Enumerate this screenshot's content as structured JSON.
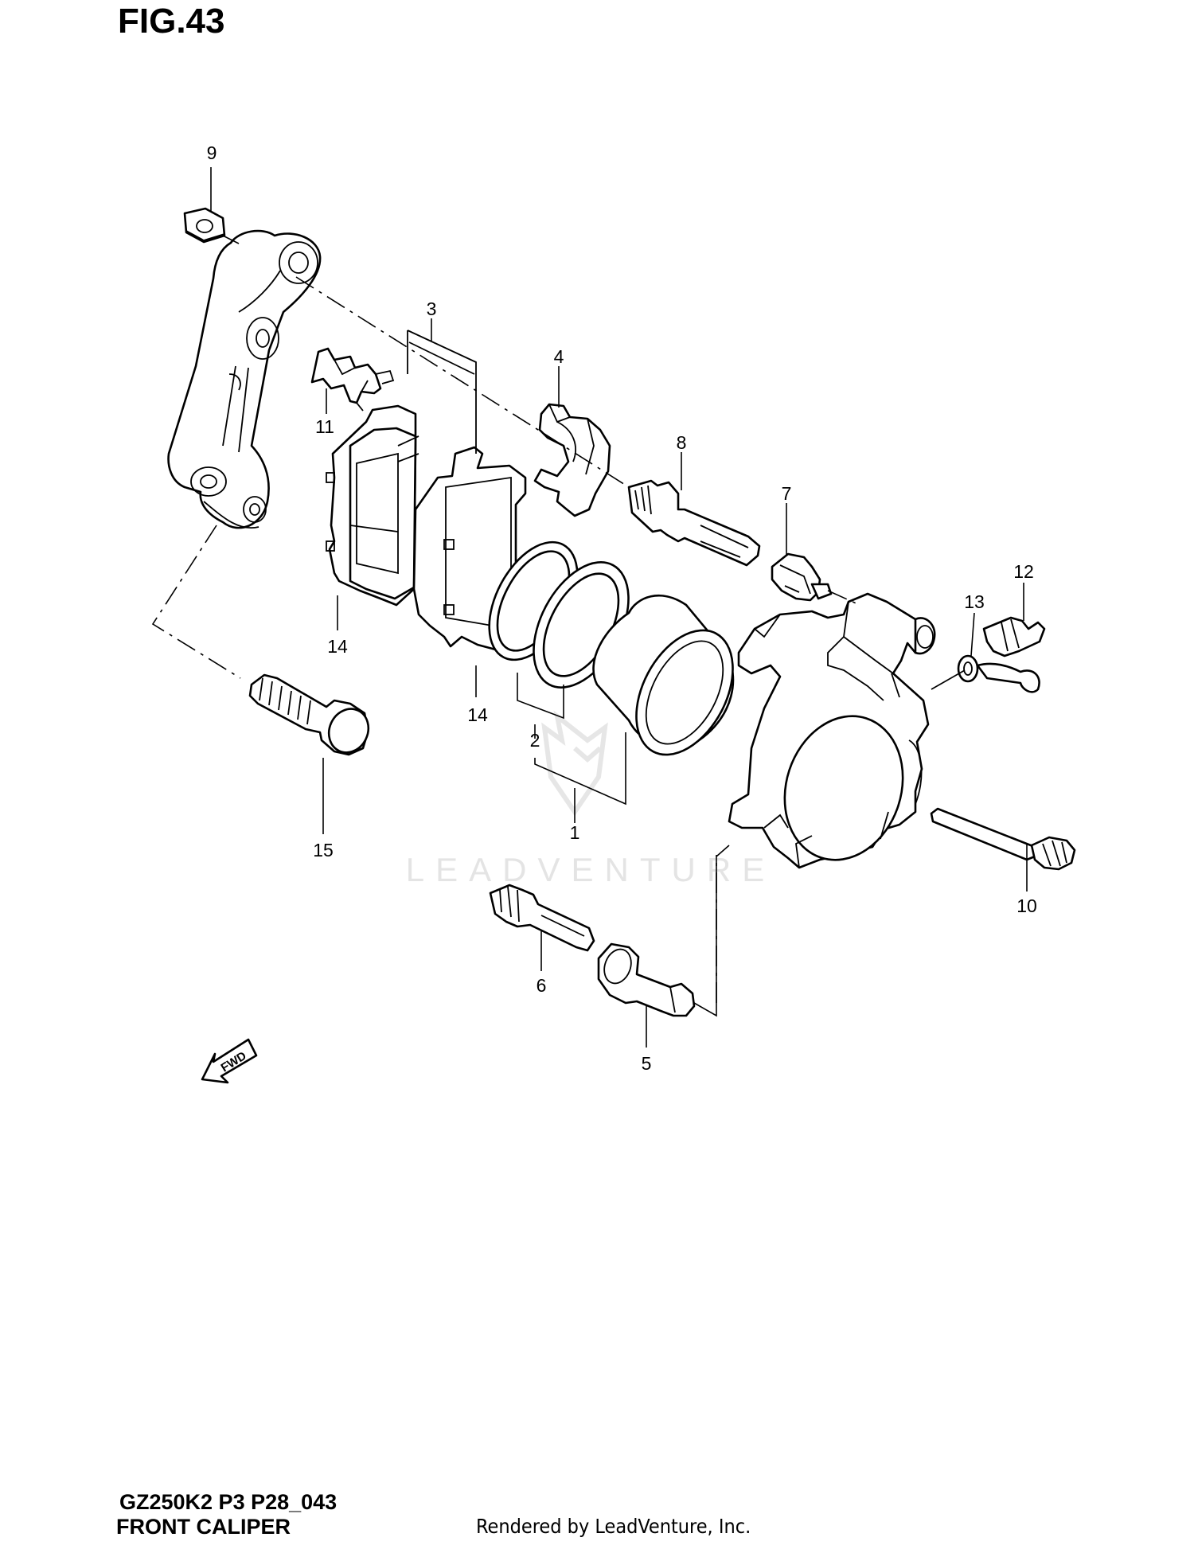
{
  "figure": {
    "title": "FIG.43",
    "model_code": "GZ250K2 P3 P28_043",
    "section_title": "FRONT CALIPER",
    "credit": "Rendered by LeadVenture, Inc.",
    "watermark": "LEADVENTURE",
    "fwd_label": "FWD"
  },
  "callouts": [
    {
      "id": "c1",
      "label": "1"
    },
    {
      "id": "c2",
      "label": "2"
    },
    {
      "id": "c3",
      "label": "3"
    },
    {
      "id": "c4",
      "label": "4"
    },
    {
      "id": "c5",
      "label": "5"
    },
    {
      "id": "c6",
      "label": "6"
    },
    {
      "id": "c7",
      "label": "7"
    },
    {
      "id": "c8",
      "label": "8"
    },
    {
      "id": "c9",
      "label": "9"
    },
    {
      "id": "c10",
      "label": "10"
    },
    {
      "id": "c11",
      "label": "11"
    },
    {
      "id": "c12",
      "label": "12"
    },
    {
      "id": "c13",
      "label": "13"
    },
    {
      "id": "c14a",
      "label": "14"
    },
    {
      "id": "c14b",
      "label": "14"
    },
    {
      "id": "c15",
      "label": "15"
    }
  ]
}
